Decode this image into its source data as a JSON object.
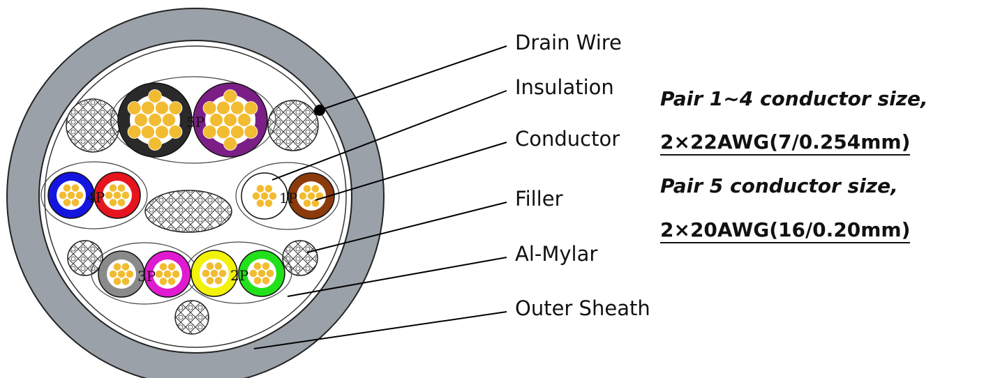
{
  "callouts": {
    "drain_wire": "Drain Wire",
    "insulation": "Insulation",
    "conductor": "Conductor",
    "filler": "Filler",
    "al_mylar": "Al-Mylar",
    "outer_sheath": "Outer Sheath"
  },
  "specs": {
    "pair14_title": "Pair 1~4 conductor size,",
    "pair14_value": "2×22AWG(7/0.254mm)",
    "pair5_title": "Pair 5 conductor size,",
    "pair5_value": "2×20AWG(16/0.20mm)"
  },
  "pairs": {
    "p1": "1P",
    "p2": "2P",
    "p3": "3P",
    "p4": "4P",
    "p5": "5P"
  },
  "colors": {
    "outer_sheath": "#9aa1a8",
    "conductor": "#f2bc32",
    "pair5_a": "#2a2a2a",
    "pair5_b": "#7b1f86",
    "pair4_a": "#1515e0",
    "pair4_b": "#e6141e",
    "pair1_a": "#ffffff",
    "pair1_b": "#8b3a0c",
    "pair3_a": "#8a8a8a",
    "pair3_b": "#e01ad0",
    "pair2_a": "#f2f20a",
    "pair2_b": "#22e01a"
  },
  "icons": [
    "filler-mesh-icon",
    "drain-wire-dot-icon"
  ]
}
